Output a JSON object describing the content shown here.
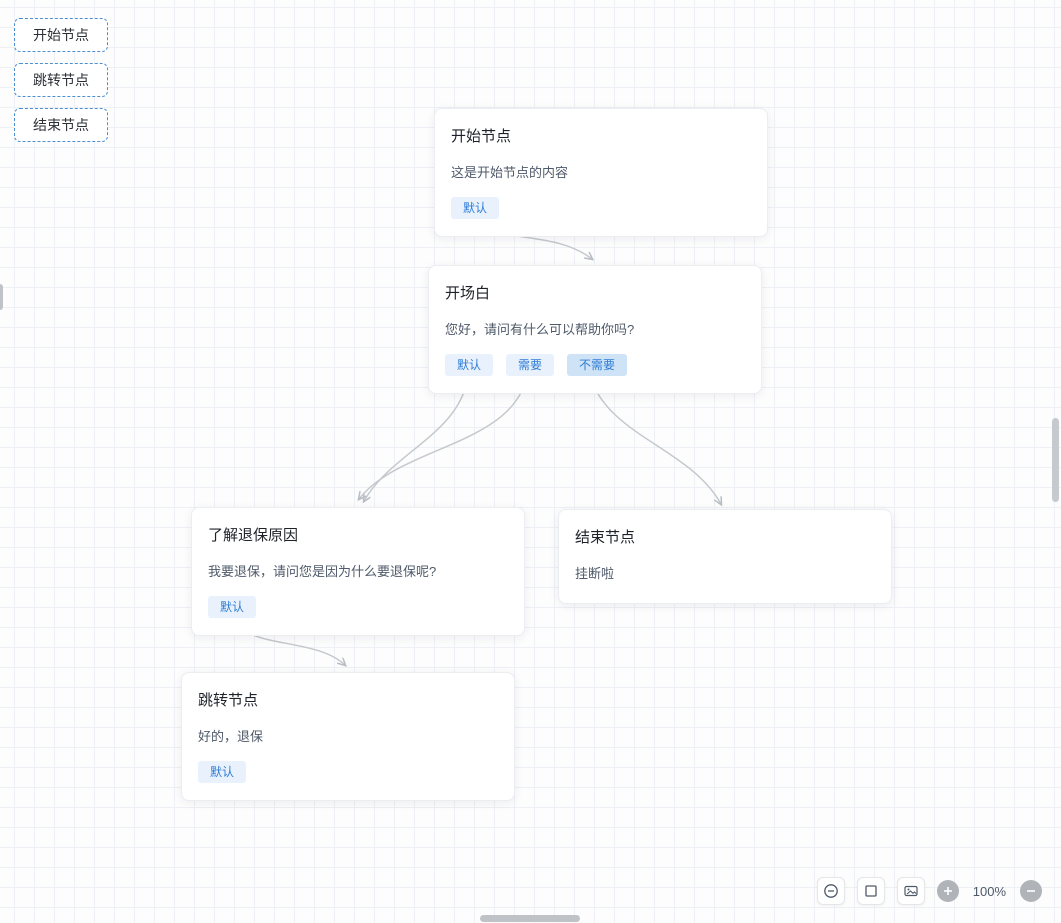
{
  "palette": {
    "items": [
      {
        "label": "开始节点"
      },
      {
        "label": "跳转节点"
      },
      {
        "label": "结束节点"
      }
    ]
  },
  "nodes": [
    {
      "title": "开始节点",
      "content": "这是开始节点的内容",
      "tags": [
        "默认"
      ]
    },
    {
      "title": "开场白",
      "content": "您好，请问有什么可以帮助你吗?",
      "tags": [
        "默认",
        "需要",
        "不需要"
      ]
    },
    {
      "title": "了解退保原因",
      "content": "我要退保，请问您是因为什么要退保呢?",
      "tags": [
        "默认"
      ]
    },
    {
      "title": "结束节点",
      "content": "挂断啦",
      "tags": []
    },
    {
      "title": "跳转节点",
      "content": "好的，退保",
      "tags": [
        "默认"
      ]
    }
  ],
  "toolbar": {
    "zoom_level": "100%",
    "icons": {
      "zoom_out_circle": "minus-circle",
      "fit_view": "square",
      "minimap": "image",
      "zoom_in": "plus",
      "zoom_out": "minus"
    }
  },
  "colors": {
    "accent_blue": "#2f7cd6",
    "tag_bg": "#e9f2fc",
    "tag_bg_active": "#cfe3f6",
    "edge": "#c5c8cd"
  }
}
